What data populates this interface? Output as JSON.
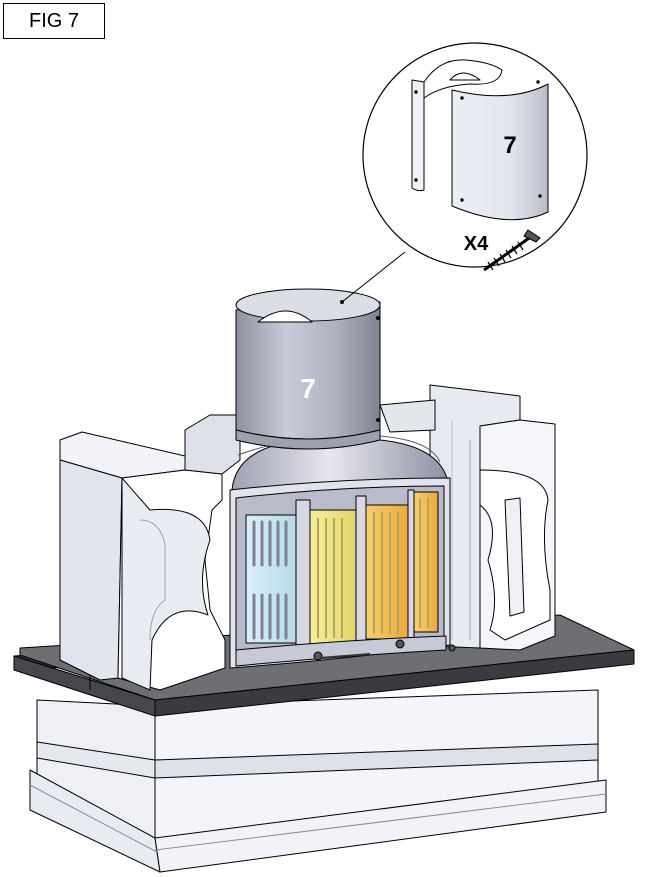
{
  "figure": {
    "label": "FIG 7"
  },
  "callouts": {
    "part_main": "7",
    "part_detail": "7",
    "screw_qty": "X4"
  },
  "colors": {
    "stone": "#eef0f6",
    "stone_shade": "#d4d7e2",
    "slab_top": "#6e6f73",
    "slab_edge": "#2e2f33",
    "metal": "#b8bac8",
    "metal_dark": "#8a8c9c",
    "glass_blue": "#c9e6f3",
    "glass_yellow": "#f2e78a",
    "glass_orange": "#f6c35c",
    "outline": "#000000"
  }
}
